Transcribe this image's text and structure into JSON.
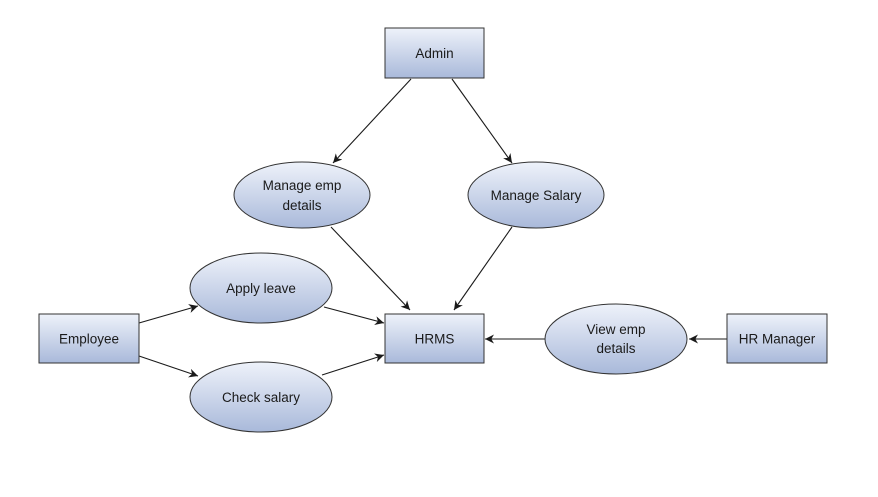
{
  "colors": {
    "fill_top": "#eef2fa",
    "fill_bottom": "#a9b9da",
    "stroke": "#333333",
    "edge": "#1a1a1a"
  },
  "nodes": {
    "admin": {
      "shape": "rect",
      "label_lines": [
        "Admin"
      ]
    },
    "manage_emp": {
      "shape": "ellipse",
      "label_lines": [
        "Manage emp",
        "details"
      ]
    },
    "manage_salary": {
      "shape": "ellipse",
      "label_lines": [
        "Manage Salary"
      ]
    },
    "apply_leave": {
      "shape": "ellipse",
      "label_lines": [
        "Apply leave"
      ]
    },
    "employee": {
      "shape": "rect",
      "label_lines": [
        "Employee"
      ]
    },
    "hrms": {
      "shape": "rect",
      "label_lines": [
        "HRMS"
      ]
    },
    "view_emp": {
      "shape": "ellipse",
      "label_lines": [
        "View emp",
        "details"
      ]
    },
    "hr_manager": {
      "shape": "rect",
      "label_lines": [
        "HR Manager"
      ]
    },
    "check_salary": {
      "shape": "ellipse",
      "label_lines": [
        "Check salary"
      ]
    }
  },
  "edges": [
    {
      "from": "admin",
      "to": "manage_emp"
    },
    {
      "from": "admin",
      "to": "manage_salary"
    },
    {
      "from": "manage_emp",
      "to": "hrms"
    },
    {
      "from": "manage_salary",
      "to": "hrms"
    },
    {
      "from": "employee",
      "to": "apply_leave"
    },
    {
      "from": "employee",
      "to": "check_salary"
    },
    {
      "from": "apply_leave",
      "to": "hrms"
    },
    {
      "from": "check_salary",
      "to": "hrms"
    },
    {
      "from": "view_emp",
      "to": "hrms"
    },
    {
      "from": "hr_manager",
      "to": "view_emp"
    }
  ]
}
